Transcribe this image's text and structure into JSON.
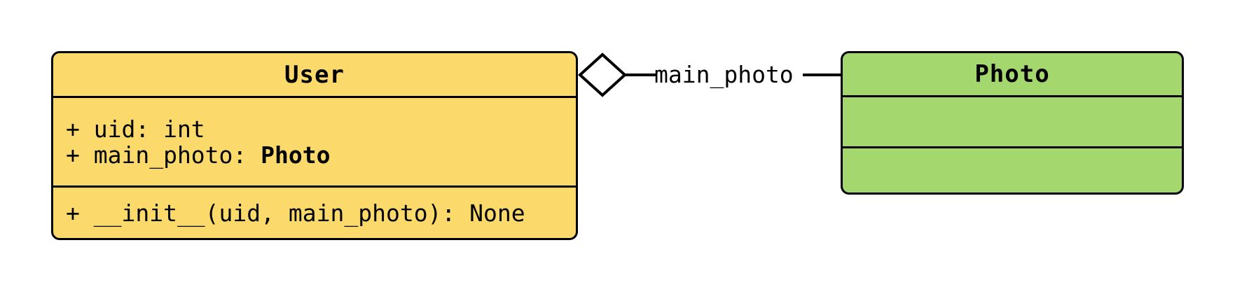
{
  "diagram": {
    "kind": "uml-class-diagram",
    "background_color": "#ffffff",
    "classes": [
      {
        "name": "User",
        "fill_color": "#FBD96B",
        "border_color": "#000000",
        "attributes": [
          {
            "text": "+ uid: int"
          },
          {
            "prefix": "+ main_photo: ",
            "type": "Photo"
          }
        ],
        "methods": [
          {
            "text": "+ __init__(uid, main_photo): None"
          }
        ]
      },
      {
        "name": "Photo",
        "fill_color": "#A5D76F",
        "border_color": "#000000",
        "attributes": [],
        "methods": []
      }
    ],
    "relationship": {
      "type": "aggregation",
      "label": "main_photo",
      "diamond_side": "User",
      "diamond_fill": "#ffffff",
      "line_color": "#000000"
    }
  }
}
